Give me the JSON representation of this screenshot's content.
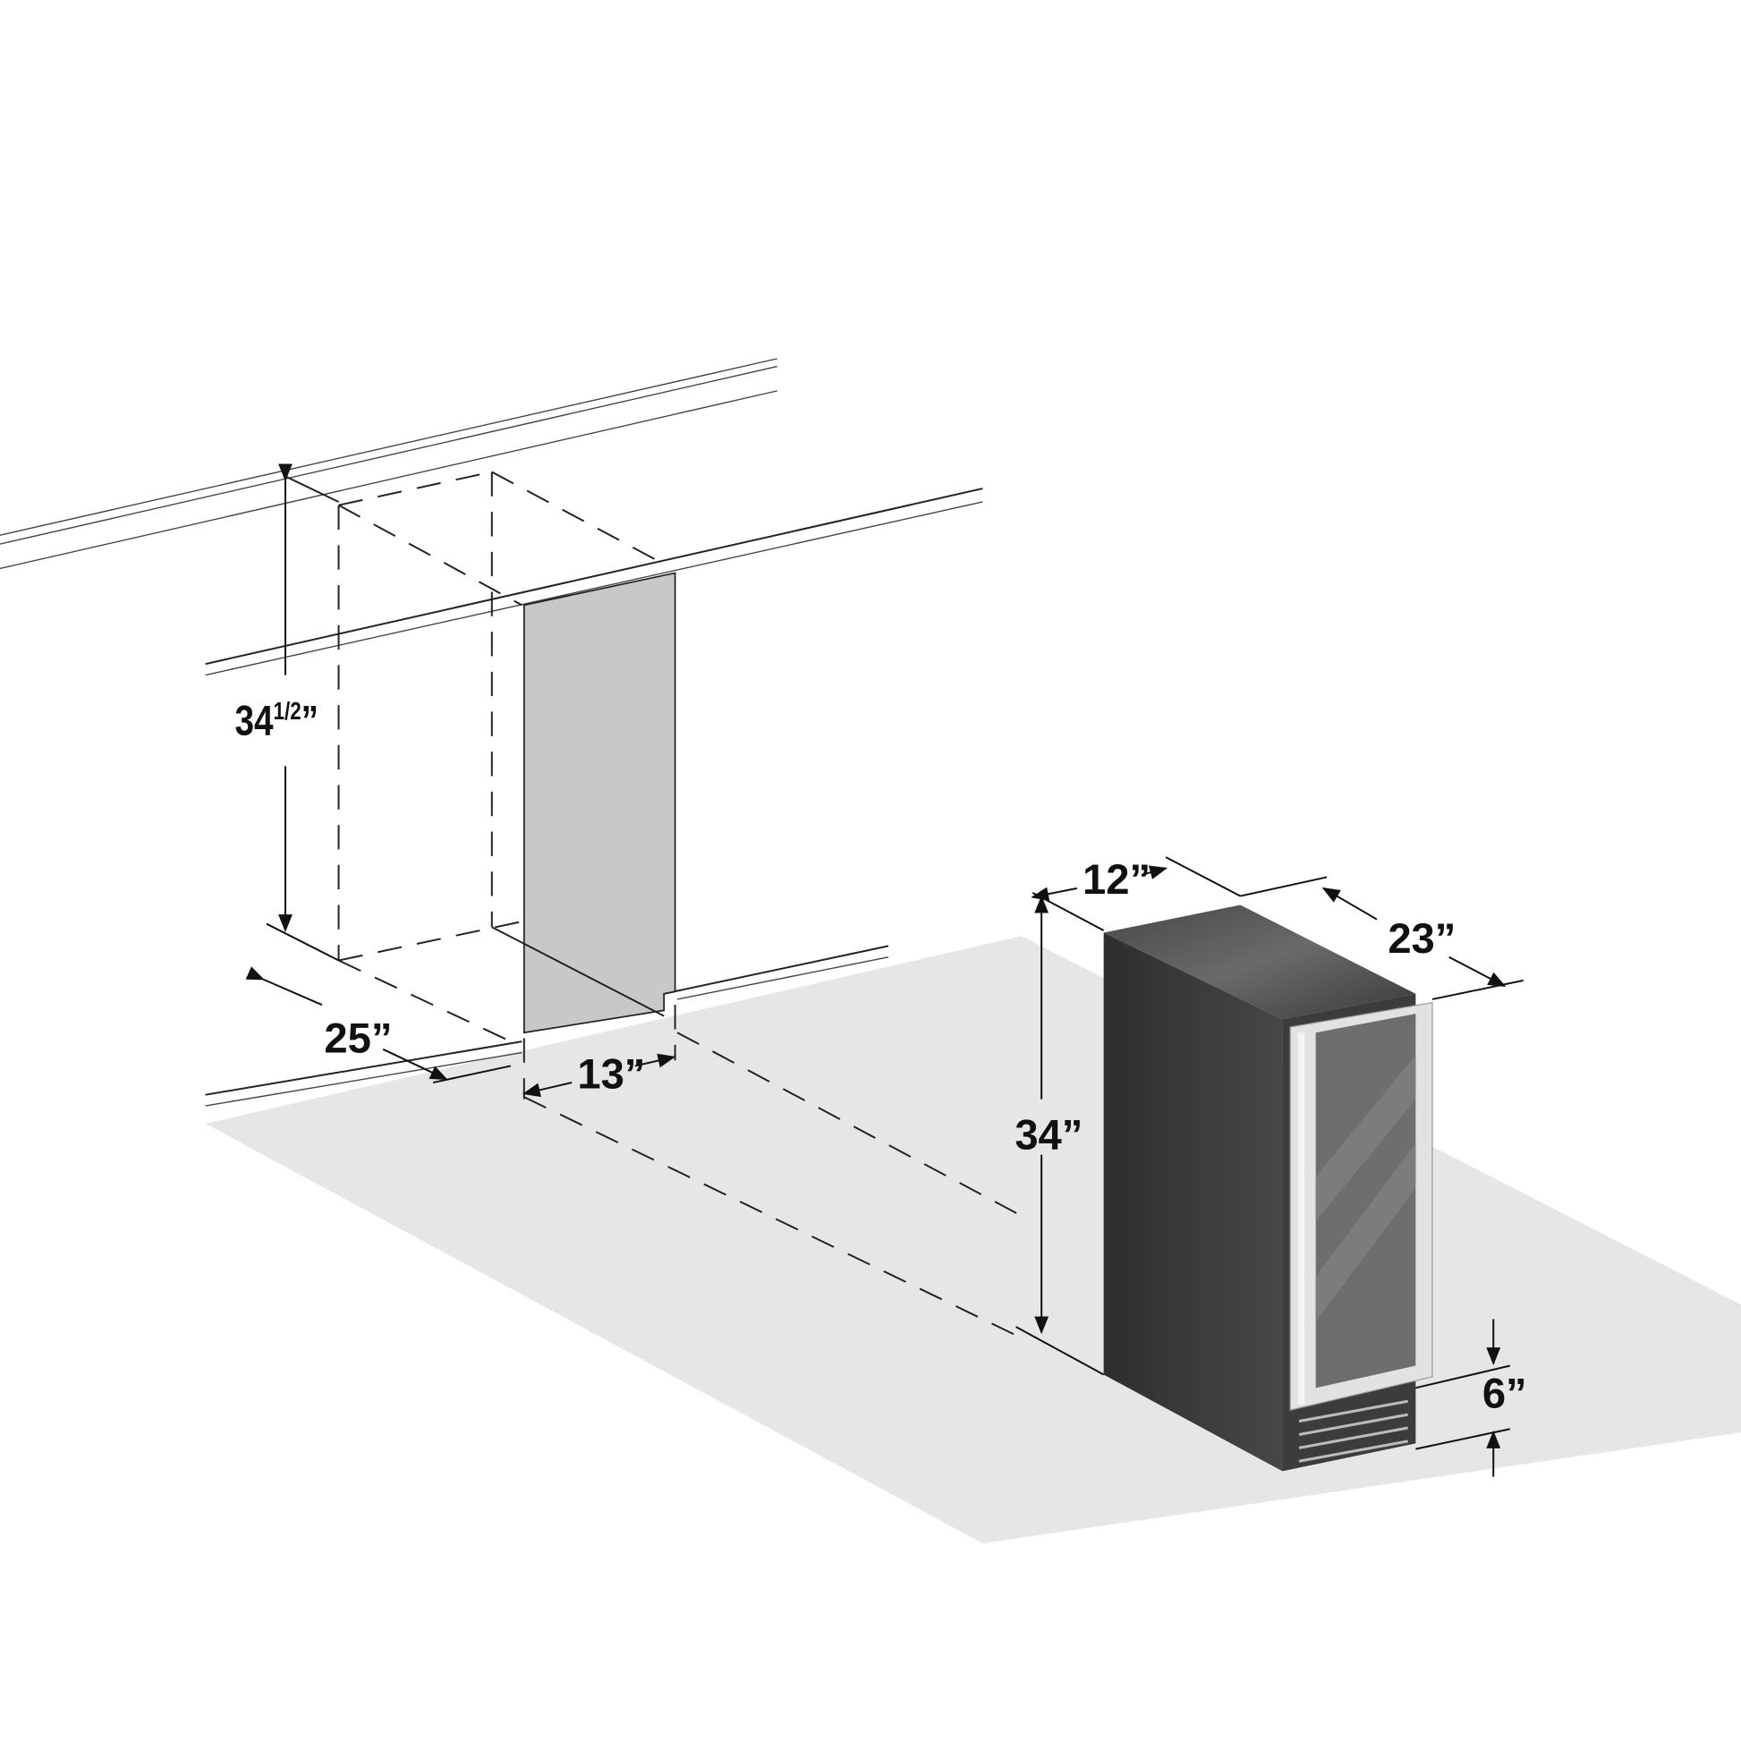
{
  "diagram": {
    "labels": {
      "opening_height": "34",
      "opening_height_fraction": "1/2",
      "opening_height_unit": "”",
      "opening_depth": "25”",
      "opening_width": "13”",
      "unit_width": "12”",
      "unit_depth": "23”",
      "unit_height": "34”",
      "kick_height": "6”"
    },
    "colors": {
      "floor": "#e6e6e6",
      "panel": "#c8c8c8",
      "cabinet_dark": "#3c3c3c",
      "cabinet_top": "#5e5e5e",
      "door_frame": "#e2e2e2",
      "glass": "#6e6e6e"
    }
  }
}
